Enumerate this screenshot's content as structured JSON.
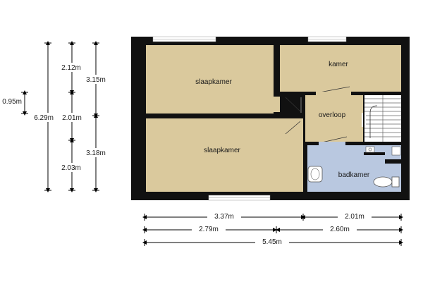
{
  "floorplan": {
    "colors": {
      "wall": "#111111",
      "room_fill": "#dac99d",
      "bath_fill": "#b9c8e0",
      "window": "#ffffff",
      "background": "#ffffff"
    },
    "rooms": {
      "slaapkamer_top": "slaapkamer",
      "kamer": "kamer",
      "overloop": "overloop",
      "slaapkamer_bottom": "slaapkamer",
      "badkamer": "badkamer"
    },
    "fixtures": [
      "stair-icon",
      "sink-icon",
      "toilet-icon",
      "washbasin-icon",
      "door-swing-icon",
      "window-icon"
    ]
  },
  "dimensions": {
    "vertical": {
      "total": "6.29m",
      "small": "0.95m",
      "upper_left": "2.12m",
      "middle_left": "2.01m",
      "lower_left": "2.03m",
      "upper_right": "3.15m",
      "lower_right": "3.18m"
    },
    "horizontal": {
      "row1_left": "3.37m",
      "row1_right": "2.01m",
      "row2_left": "2.79m",
      "row2_right": "2.60m",
      "total": "5.45m"
    }
  }
}
